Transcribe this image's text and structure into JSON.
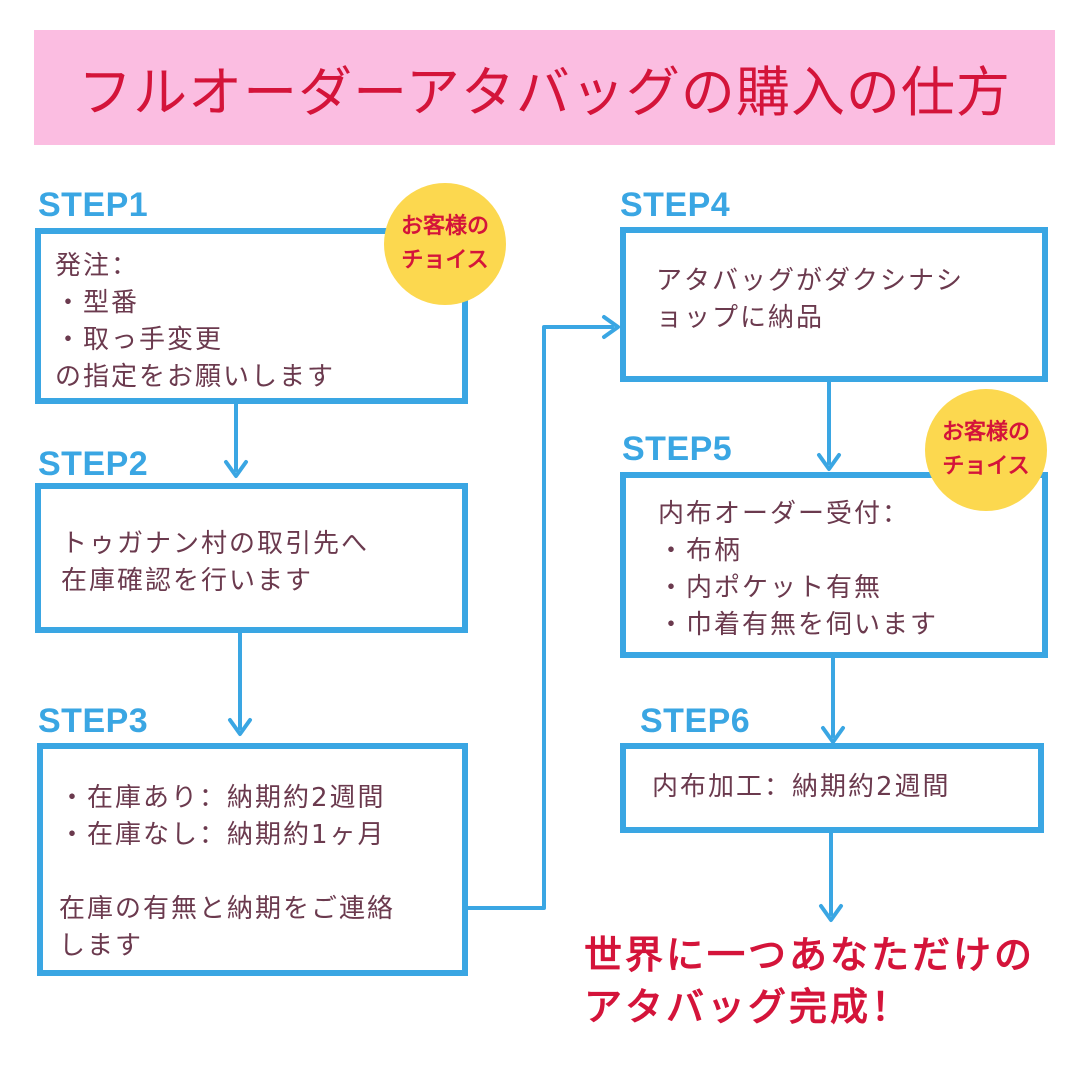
{
  "title": "フルオーダーアタバッグの購入の仕方",
  "badge": [
    "お客様の",
    "チョイス"
  ],
  "steps": [
    {
      "label": "STEP1",
      "lines": [
        "発注：",
        "・型番",
        "・取っ手変更",
        "の指定をお願いします"
      ]
    },
    {
      "label": "STEP2",
      "lines": [
        "トゥガナン村の取引先へ",
        "在庫確認を行います"
      ]
    },
    {
      "label": "STEP3",
      "lines": [
        "・在庫あり：納期約2週間",
        "・在庫なし：納期約1ヶ月",
        "",
        "在庫の有無と納期をご連絡",
        "します"
      ]
    },
    {
      "label": "STEP4",
      "lines": [
        "アタバッグがダクシナシ",
        "ョップに納品"
      ]
    },
    {
      "label": "STEP5",
      "lines": [
        "内布オーダー受付：",
        "・布柄",
        "・内ポケット有無",
        "・巾着有無を伺います"
      ]
    },
    {
      "label": "STEP6",
      "lines": [
        "内布加工：納期約2週間"
      ]
    }
  ],
  "final_message": [
    "世界に一つあなただけの",
    "アタバッグ完成！"
  ],
  "colors": {
    "accent": "#3aa6e3",
    "banner": "#fbbde1",
    "title": "#d4143a",
    "badge": "#fcd84f",
    "body_text": "#6b3a4e"
  }
}
